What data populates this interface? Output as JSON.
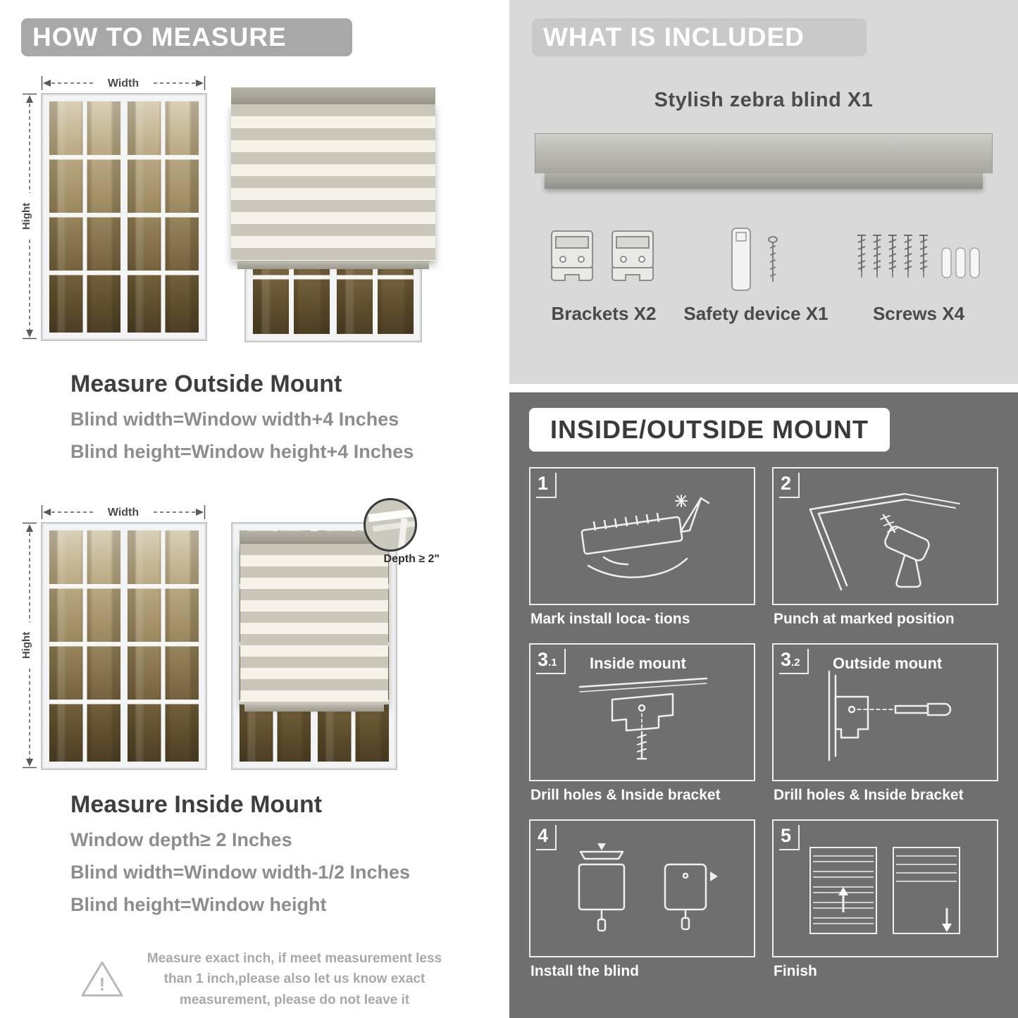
{
  "left": {
    "header": "HOW TO MEASURE",
    "outside": {
      "width_label": "Width",
      "height_label": "Hight",
      "title": "Measure Outside Mount",
      "lines": [
        "Blind width=Window width+4 Inches",
        "Blind height=Window height+4 Inches"
      ]
    },
    "inside": {
      "width_label": "Width",
      "height_label": "Hight",
      "depth_label": "Depth ≥ 2\"",
      "title": "Measure Inside Mount",
      "lines": [
        "Window depth≥ 2 Inches",
        "Blind width=Window width-1/2 Inches",
        "Blind height=Window height"
      ]
    },
    "warning_mark": "!",
    "warning_text": "Measure exact inch, if meet measurement less than 1 inch,please also let us know exact measurement, please do not leave it"
  },
  "included": {
    "header": "WHAT IS INCLUDED",
    "product_label": "Stylish zebra blind X1",
    "items": [
      {
        "label": "Brackets X2"
      },
      {
        "label": "Safety device X1"
      },
      {
        "label": "Screws X4"
      }
    ]
  },
  "mount": {
    "header": "INSIDE/OUTSIDE MOUNT",
    "steps": [
      {
        "num": "1",
        "sub": "",
        "title": "",
        "caption": "Mark install loca- tions"
      },
      {
        "num": "2",
        "sub": "",
        "title": "",
        "caption": "Punch at  marked position"
      },
      {
        "num": "3",
        "sub": ".1",
        "title": "Inside mount",
        "caption": "Drill holes &  Inside bracket"
      },
      {
        "num": "3",
        "sub": ".2",
        "title": "Outside mount",
        "caption": "Drill holes &  Inside bracket"
      },
      {
        "num": "4",
        "sub": "",
        "title": "",
        "caption": "Install the blind"
      },
      {
        "num": "5",
        "sub": "",
        "title": "",
        "caption": "Finish"
      }
    ]
  }
}
